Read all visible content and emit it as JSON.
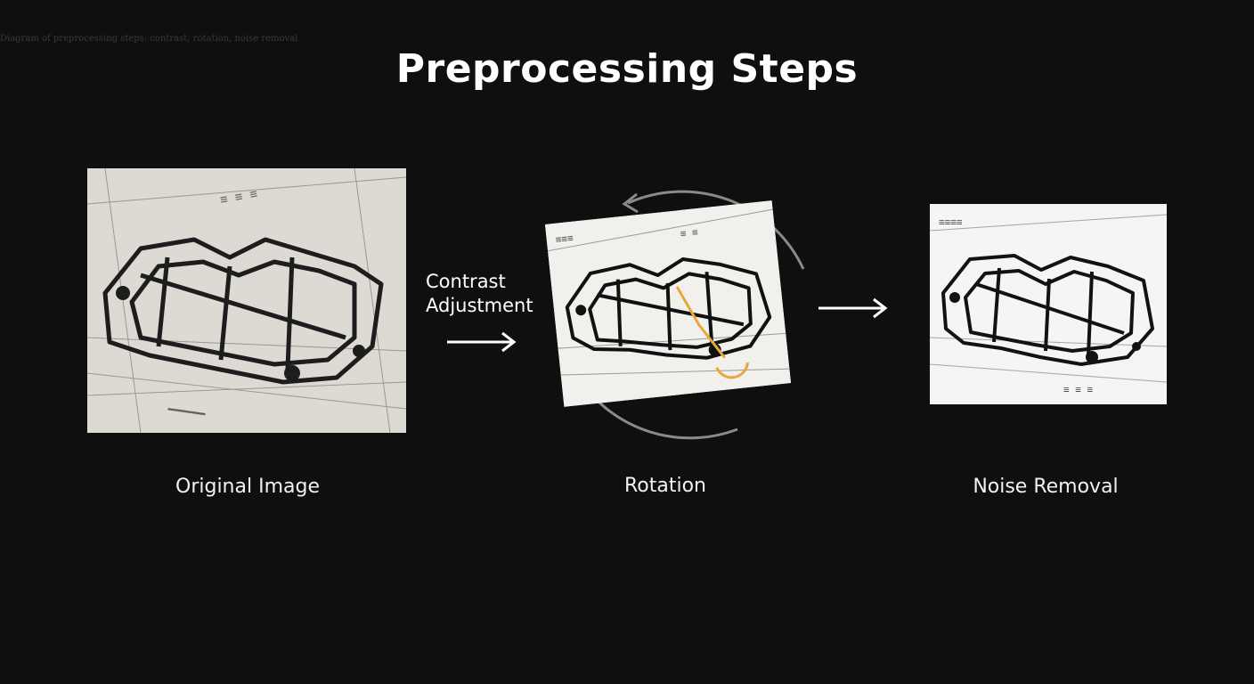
{
  "alt_text": "Diagram of preprocessing steps: contrast, rotation, noise removal",
  "title": "Preprocessing Steps",
  "steps": [
    {
      "caption": "Original Image"
    },
    {
      "caption": "Rotation"
    },
    {
      "caption": "Noise Removal"
    }
  ],
  "transition_label": "Contrast Adjustment",
  "colors": {
    "background": "#0f0f0f",
    "text": "#ffffff",
    "highlight": "#e8a93a",
    "rotation_arc": "#8a8a8a"
  },
  "icons": [
    "right-arrow-icon",
    "rotation-arc-icon"
  ]
}
